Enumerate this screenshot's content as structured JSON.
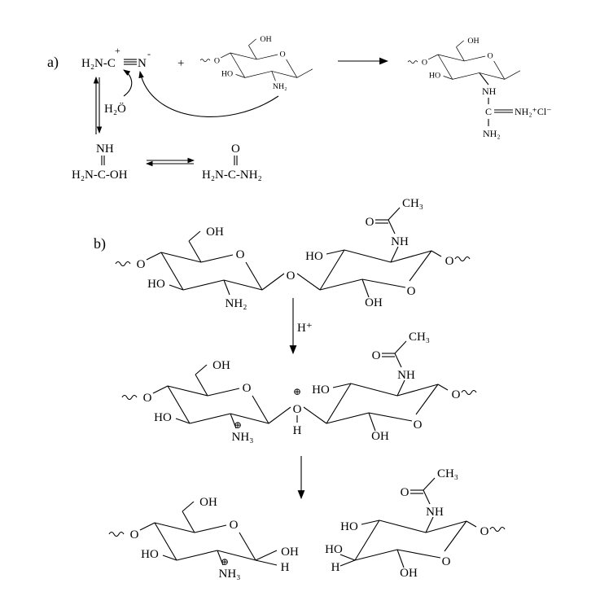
{
  "part_a": {
    "label": "a)",
    "cyanamide_left": "H₂N-C",
    "cyanamide_right": "N",
    "plus_charge": "+",
    "minus_charge": "-",
    "plus_sign": "+",
    "water": "H₂Ö",
    "ring_oh": "OH",
    "ring_o": "O",
    "ring_ho": "HO",
    "ring_ext_o": "O",
    "ring_nh2": "NH₂",
    "isourea_nh": "NH",
    "isourea": "H₂N-C-OH",
    "urea_o": "O",
    "urea": "H₂N-C-NH₂",
    "product_oh": "OH",
    "product_o": "O",
    "product_ho": "HO",
    "product_ext_o": "O",
    "product_nh": "NH",
    "product_c": "C",
    "product_nh2": "NH₂",
    "product_salt": "NH₂⁺Cl⁻"
  },
  "part_b": {
    "label": "b)",
    "acid": "H⁺",
    "ring_labels": {
      "oh": "OH",
      "o": "O",
      "ho": "HO",
      "ext_o": "O",
      "nh2": "NH₂",
      "nh3": "NH₃",
      "nh": "NH",
      "ch3": "CH₃",
      "h": "H",
      "plus": "⊕"
    }
  }
}
